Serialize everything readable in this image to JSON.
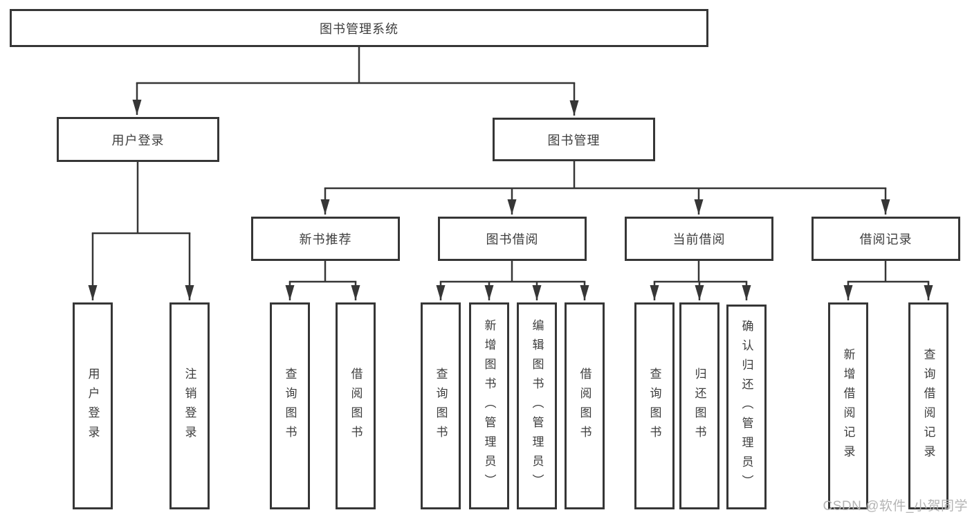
{
  "title": "图书管理系统",
  "colors": {
    "line": "#363636",
    "box_border": "#363636",
    "text": "#3d3d3d",
    "background": "#ffffff",
    "watermark": "#b4b4b4"
  },
  "nodes": {
    "root": "图书管理系统",
    "user_login": "用户登录",
    "book_mgmt": "图书管理",
    "new_book": "新书推荐",
    "book_borrow": "图书借阅",
    "current_borrow": "当前借阅",
    "borrow_record": "借阅记录",
    "leaves": {
      "user": [
        "用户登录",
        "注销登录"
      ],
      "new_book": [
        "查询图书",
        "借阅图书"
      ],
      "borrow": [
        "查询图书",
        "新增图书（管理员）",
        "编辑图书（管理员）",
        "借阅图书"
      ],
      "current": [
        "查询图书",
        "归还图书",
        "确认归还（管理员）"
      ],
      "record": [
        "新增借阅记录",
        "查询借阅记录"
      ]
    }
  },
  "watermark": "CSDN @软件_小贺同学"
}
